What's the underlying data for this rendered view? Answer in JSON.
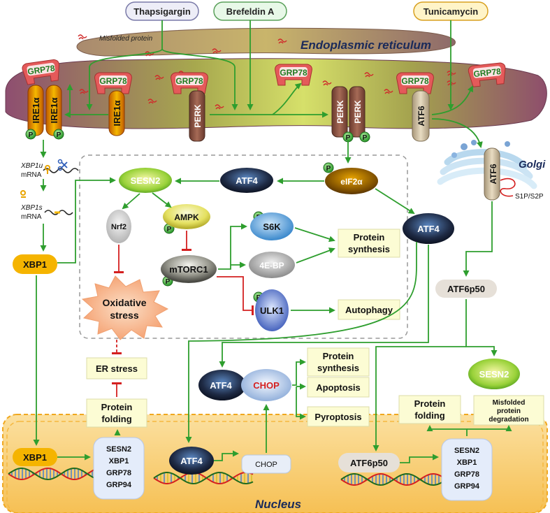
{
  "colors": {
    "arrow": "#2e9e2e",
    "inhibit": "#d42020",
    "er_membrane": "#9c5a6e",
    "grp78": "#e25757",
    "box_fill": "#fcfcd4",
    "nucleus_fill": "#f8c86a",
    "xbp1": "#f5b400"
  },
  "stressors": {
    "thapsigargin": "Thapsigargin",
    "brefeldin": "Brefeldin A",
    "tunicamycin": "Tunicamycin"
  },
  "er": {
    "label": "Endoplasmic reticulum",
    "misfolded_protein": "Misfolded protein"
  },
  "golgi": {
    "label": "Golgi",
    "protease": "S1P/S2P"
  },
  "nucleus": {
    "label": "Nucleus"
  },
  "proteins": {
    "grp78": "GRP78",
    "ire1a": "IRE1α",
    "perk": "PERK",
    "atf6": "ATF6",
    "phospho": "P",
    "eif2a": "eIF2α",
    "atf4": "ATF4",
    "sesn2": "SESN2",
    "nrf2": "Nrf2",
    "ampk": "AMPK",
    "s6k": "S6K",
    "4ebp": "4E-BP",
    "mtorc1": "mTORC1",
    "ulk1": "ULK1",
    "xbp1": "XBP1",
    "chop": "CHOP",
    "atf6p50": "ATF6p50"
  },
  "mrna": {
    "xbp1u": "XBP1u",
    "xbp1s": "XBP1s",
    "suffix": "mRNA"
  },
  "outcomes": {
    "protein": "Protein",
    "synthesis": "synthesis",
    "autophagy": "Autophagy",
    "oxidative": "Oxidative",
    "stress": "stress",
    "er_stress": "ER stress",
    "folding": "folding",
    "apoptosis": "Apoptosis",
    "pyroptosis": "Pyroptosis",
    "misfolded": "Misfolded",
    "protein_lower": "protein",
    "degradation": "degradation"
  },
  "target_genes": [
    "SESN2",
    "XBP1",
    "GRP78",
    "GRP94"
  ],
  "chop_gene": "CHOP"
}
